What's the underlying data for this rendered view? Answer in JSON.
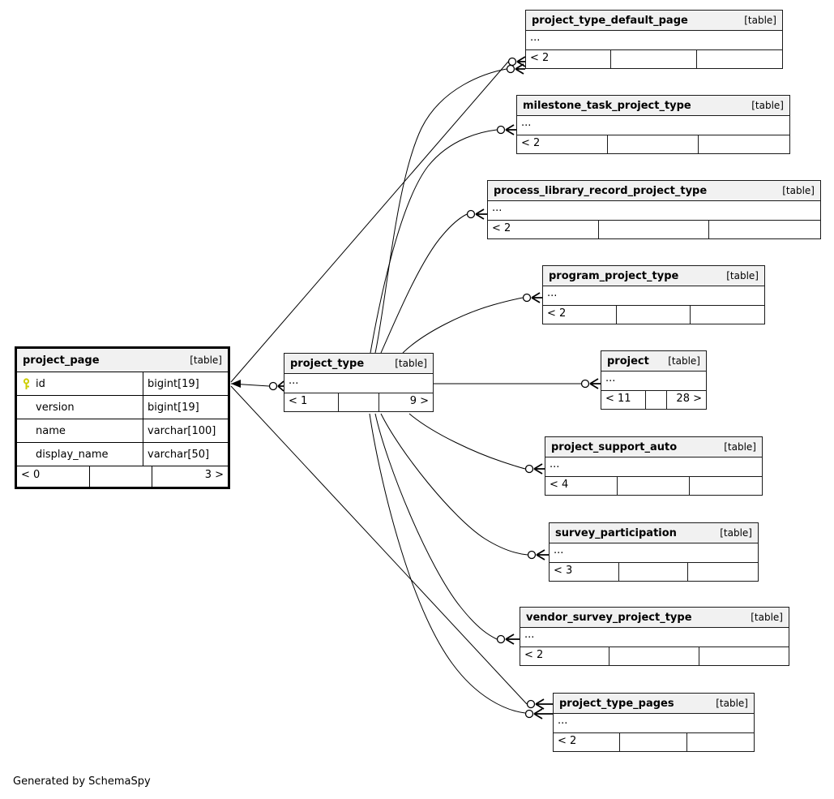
{
  "diagram": {
    "generator_note": "Generated by SchemaSpy",
    "colors": {
      "header_bg": "#f1f1f1",
      "border": "#000000",
      "key_icon": "#cdcd00",
      "background": "#ffffff"
    }
  },
  "tables": {
    "project_page": {
      "name": "project_page",
      "tag": "[table]",
      "columns": [
        {
          "name": "id",
          "type": "bigint[19]",
          "pk": true
        },
        {
          "name": "version",
          "type": "bigint[19]",
          "pk": false
        },
        {
          "name": "name",
          "type": "varchar[100]",
          "pk": false
        },
        {
          "name": "display_name",
          "type": "varchar[50]",
          "pk": false
        }
      ],
      "parents": "< 0",
      "children": "3 >"
    },
    "project_type": {
      "name": "project_type",
      "tag": "[table]",
      "body": "...",
      "parents": "< 1",
      "children": "9 >"
    },
    "project_type_default_page": {
      "name": "project_type_default_page",
      "tag": "[table]",
      "body": "...",
      "parents": "< 2",
      "children": ""
    },
    "milestone_task_project_type": {
      "name": "milestone_task_project_type",
      "tag": "[table]",
      "body": "...",
      "parents": "< 2",
      "children": ""
    },
    "process_library_record_project_type": {
      "name": "process_library_record_project_type",
      "tag": "[table]",
      "body": "...",
      "parents": "< 2",
      "children": ""
    },
    "program_project_type": {
      "name": "program_project_type",
      "tag": "[table]",
      "body": "...",
      "parents": "< 2",
      "children": ""
    },
    "project": {
      "name": "project",
      "tag": "[table]",
      "body": "...",
      "parents": "< 11",
      "children": "28 >"
    },
    "project_support_auto": {
      "name": "project_support_auto",
      "tag": "[table]",
      "body": "...",
      "parents": "< 4",
      "children": ""
    },
    "survey_participation": {
      "name": "survey_participation",
      "tag": "[table]",
      "body": "...",
      "parents": "< 3",
      "children": ""
    },
    "vendor_survey_project_type": {
      "name": "vendor_survey_project_type",
      "tag": "[table]",
      "body": "...",
      "parents": "< 2",
      "children": ""
    },
    "project_type_pages": {
      "name": "project_type_pages",
      "tag": "[table]",
      "body": "...",
      "parents": "< 2",
      "children": ""
    }
  },
  "relationships": [
    {
      "from": "project_page",
      "to": "project_type"
    },
    {
      "from": "project_page",
      "to": "project_type_default_page"
    },
    {
      "from": "project_page",
      "to": "project_type_pages"
    },
    {
      "from": "project_type",
      "to": "project_type_default_page"
    },
    {
      "from": "project_type",
      "to": "milestone_task_project_type"
    },
    {
      "from": "project_type",
      "to": "process_library_record_project_type"
    },
    {
      "from": "project_type",
      "to": "program_project_type"
    },
    {
      "from": "project_type",
      "to": "project"
    },
    {
      "from": "project_type",
      "to": "project_support_auto"
    },
    {
      "from": "project_type",
      "to": "survey_participation"
    },
    {
      "from": "project_type",
      "to": "vendor_survey_project_type"
    },
    {
      "from": "project_type",
      "to": "project_type_pages"
    }
  ]
}
